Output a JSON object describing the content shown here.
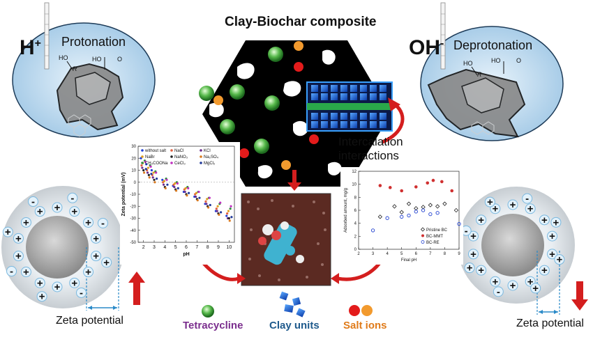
{
  "title": "Clay-Biochar composite",
  "left_top": {
    "ion": "H",
    "charge": "+",
    "label": "Protonation",
    "group_oh": "HO",
    "group_r": "R",
    "group_ho": "HO",
    "group_o": "O"
  },
  "right_top": {
    "ion": "OH",
    "charge": "-",
    "label": "Deprotonation",
    "group_oh": "HO",
    "group_r": "R",
    "group_ho": "HO",
    "group_o": "O"
  },
  "intercalation_label": [
    "Intercalation",
    "interactions"
  ],
  "zeta_left": "Zeta potential",
  "zeta_right": "Zeta potential",
  "legend": [
    {
      "label": "Tetracycline",
      "color": "#7b2f8e"
    },
    {
      "label": "Clay units",
      "color": "#1f5a8c"
    },
    {
      "label": "Salt ions",
      "color": "#e07b1a"
    }
  ],
  "chart_data": [
    {
      "type": "scatter",
      "xlabel": "pH",
      "ylabel": "Zeta potential (mV)",
      "xlim": [
        1.5,
        10.5
      ],
      "ylim": [
        -50,
        30
      ],
      "x_ticks": [
        "2",
        "3",
        "4",
        "5",
        "6",
        "7",
        "8",
        "9",
        "10"
      ],
      "y_ticks": [
        "30",
        "20",
        "10",
        "0",
        "-10",
        "-20",
        "-30",
        "-40",
        "-50"
      ],
      "series": [
        {
          "name": "without salt",
          "color": "#1f3fd6",
          "x": [
            2,
            2.5,
            3,
            4,
            5,
            6,
            7,
            8,
            9,
            10
          ],
          "y": [
            20,
            15,
            10,
            2,
            -3,
            -8,
            -12,
            -18,
            -24,
            -28
          ]
        },
        {
          "name": "NaCl",
          "color": "#e06040",
          "x": [
            2,
            2.5,
            3,
            4,
            5,
            6,
            7,
            8,
            9,
            10
          ],
          "y": [
            14,
            10,
            6,
            0,
            -2,
            -6,
            -10,
            -16,
            -22,
            -26
          ]
        },
        {
          "name": "KCl",
          "color": "#6a2b8c",
          "x": [
            2,
            2.5,
            3,
            4,
            5,
            6,
            7,
            8,
            9,
            10
          ],
          "y": [
            12,
            8,
            4,
            -2,
            -4,
            -8,
            -12,
            -18,
            -24,
            -30
          ]
        },
        {
          "name": "NaBr",
          "color": "#e0a020",
          "x": [
            2,
            2.5,
            3,
            4,
            5,
            6,
            7,
            8,
            9,
            10
          ],
          "y": [
            16,
            12,
            8,
            1,
            -1,
            -5,
            -9,
            -14,
            -20,
            -24
          ]
        },
        {
          "name": "NaNO3",
          "color": "#222222",
          "x": [
            2,
            2.5,
            3,
            4,
            5,
            6,
            7,
            8,
            9,
            10
          ],
          "y": [
            10,
            6,
            2,
            -4,
            -6,
            -10,
            -14,
            -20,
            -26,
            -30
          ]
        },
        {
          "name": "Na2SO4",
          "color": "#d97a20",
          "x": [
            2,
            2.5,
            3,
            4,
            5,
            6,
            7,
            8,
            9,
            10
          ],
          "y": [
            8,
            4,
            0,
            -5,
            -7,
            -11,
            -15,
            -21,
            -27,
            -32
          ]
        },
        {
          "name": "CH3COONa",
          "color": "#2e8b3e",
          "x": [
            2,
            2.5,
            3,
            4,
            5,
            6,
            7,
            8,
            9,
            10
          ],
          "y": [
            18,
            14,
            9,
            3,
            0,
            -4,
            -8,
            -13,
            -18,
            -22
          ]
        },
        {
          "name": "CeCl3",
          "color": "#c02fc0",
          "x": [
            2,
            2.5,
            3,
            4,
            5,
            6,
            7,
            8,
            9,
            10
          ],
          "y": [
            17,
            13,
            8,
            2,
            -1,
            -5,
            -8,
            -13,
            -17,
            -20
          ]
        },
        {
          "name": "MgCl2",
          "color": "#223a9a",
          "x": [
            2,
            2.5,
            3,
            4,
            5,
            6,
            7,
            8,
            9,
            10
          ],
          "y": [
            11,
            7,
            3,
            -2,
            -5,
            -9,
            -13,
            -19,
            -25,
            -29
          ]
        }
      ],
      "legend_labels": [
        "without salt",
        "NaCl",
        "KCl",
        "NaBr",
        "NaNO₃",
        "Na₂SO₄",
        "CH₃COONa",
        "CeCl₃",
        "MgCl₂"
      ]
    },
    {
      "type": "scatter",
      "xlabel": "Final pH",
      "ylabel": "Adsorbed amount, mg/g",
      "xlim": [
        2,
        9
      ],
      "ylim": [
        0,
        12
      ],
      "x_ticks": [
        "2",
        "3",
        "4",
        "5",
        "6",
        "7",
        "8",
        "9"
      ],
      "y_ticks": [
        "0",
        "2",
        "4",
        "6",
        "8",
        "10",
        "12"
      ],
      "series": [
        {
          "name": "Pristine BC",
          "color": "#222222",
          "x": [
            3.5,
            4.5,
            5.0,
            5.5,
            6.0,
            6.5,
            7.0,
            7.5,
            8.0,
            8.8
          ],
          "y": [
            5.0,
            6.6,
            5.7,
            7.0,
            6.3,
            6.5,
            6.8,
            6.6,
            7.0,
            6.0
          ]
        },
        {
          "name": "BC-MMT",
          "color": "#d03030",
          "x": [
            3.5,
            4.2,
            5.0,
            6.0,
            6.8,
            7.2,
            7.8,
            8.5
          ],
          "y": [
            9.8,
            9.5,
            9.0,
            9.6,
            10.2,
            10.6,
            10.4,
            9.0
          ]
        },
        {
          "name": "BC-RE",
          "color": "#2040d0",
          "x": [
            3.0,
            4.0,
            5.0,
            5.5,
            6.0,
            6.5,
            7.0,
            7.5,
            9.0
          ],
          "y": [
            2.9,
            4.8,
            5.0,
            5.2,
            5.8,
            6.0,
            5.4,
            5.6,
            3.9
          ]
        }
      ]
    }
  ]
}
